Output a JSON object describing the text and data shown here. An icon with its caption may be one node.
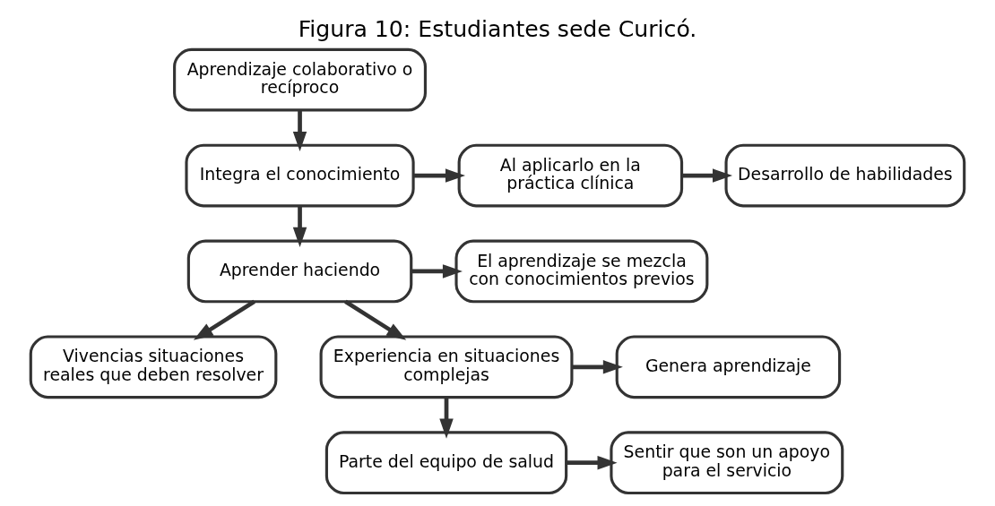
{
  "diagram": {
    "title": "Figura 10: Estudiantes sede Curicó.",
    "nodes": [
      {
        "text": [
          "Aprendizaje colaborativo o recíproco"
        ]
      },
      {
        "text": [
          "Integra el conocimiento"
        ]
      },
      {
        "text": [
          "Al aplicarlo en la práctica clínica"
        ]
      },
      {
        "text": [
          "Desarrollo de habilidades"
        ]
      },
      {
        "text": [
          "Aprender haciendo"
        ]
      },
      {
        "text": [
          "El aprendizaje se mezcla con conocimientos previos"
        ]
      },
      {
        "text": [
          "Vivencias situaciones reales que deben resolver"
        ]
      },
      {
        "text": [
          "Experiencia en situaciones complejas"
        ]
      },
      {
        "text": [
          "Genera aprendizaje"
        ]
      },
      {
        "text": [
          "Parte del equipo de salud"
        ]
      },
      {
        "text": [
          "Sentir que son un apoyo para el servicio"
        ]
      }
    ],
    "edges": [
      {
        "from": 0,
        "to": 1,
        "arrow": "to"
      },
      {
        "from": 1,
        "to": 2,
        "arrow": "to"
      },
      {
        "from": 2,
        "to": 3,
        "arrow": "to"
      },
      {
        "from": 1,
        "to": 4,
        "arrow": "to"
      },
      {
        "from": 4,
        "to": 5,
        "arrow": "to"
      },
      {
        "from": 4,
        "to": 6,
        "arrow": "to"
      },
      {
        "from": 4,
        "to": 7,
        "arrow": "to"
      },
      {
        "from": 7,
        "to": 8,
        "arrow": "to"
      },
      {
        "from": 7,
        "to": 9,
        "arrow": "to"
      },
      {
        "from": 9,
        "to": 10,
        "arrow": "to"
      }
    ]
  }
}
